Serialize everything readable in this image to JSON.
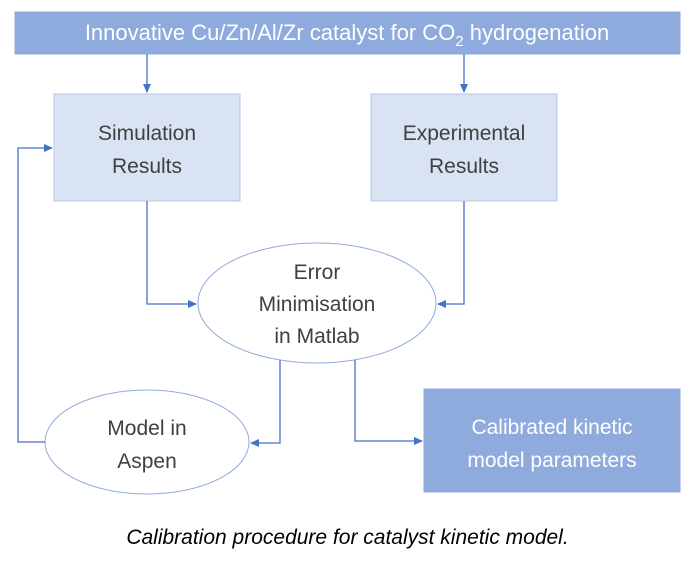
{
  "colors": {
    "header_fill": "#8faadc",
    "light_fill": "#dae3f3",
    "dark_fill": "#8faadc",
    "stroke": "#4472c4",
    "ellipse_stroke": "#8faadc",
    "text_dark": "#404040",
    "text_light": "#ffffff"
  },
  "header": {
    "prefix": "Innovative Cu/Zn/Al/Zr catalyst for CO",
    "subscript": "2",
    "suffix": " hydrogenation"
  },
  "simulation": {
    "line1": "Simulation",
    "line2": "Results"
  },
  "experimental": {
    "line1": "Experimental",
    "line2": "Results"
  },
  "error_min": {
    "line1": "Error",
    "line2": "Minimisation",
    "line3": "in Matlab"
  },
  "model": {
    "line1": "Model in",
    "line2": "Aspen"
  },
  "calibrated": {
    "line1": "Calibrated kinetic",
    "line2": "model parameters"
  },
  "caption": "Calibration procedure for catalyst kinetic model."
}
